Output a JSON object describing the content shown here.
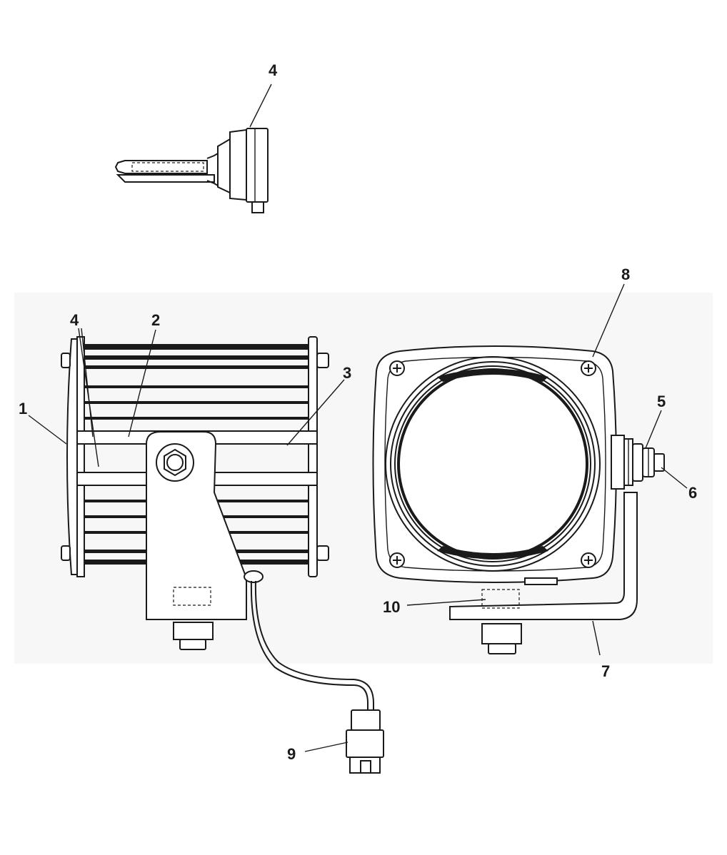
{
  "callouts": [
    {
      "id": "bulb",
      "text": "4"
    },
    {
      "id": "lens-rim",
      "text": "1"
    },
    {
      "id": "housing-fins",
      "text": "4"
    },
    {
      "id": "upper-band",
      "text": "2"
    },
    {
      "id": "side-band",
      "text": "3"
    },
    {
      "id": "corner-screw",
      "text": "8"
    },
    {
      "id": "pivot-washer",
      "text": "5"
    },
    {
      "id": "pivot-nut",
      "text": "6"
    },
    {
      "id": "mounting-bracket",
      "text": "7"
    },
    {
      "id": "wire-connector",
      "text": "9"
    },
    {
      "id": "bracket-nut",
      "text": "10"
    }
  ],
  "colors": {
    "ink": "#1a1a1a",
    "paper": "#ffffff",
    "panel": "#f6f6f6"
  }
}
